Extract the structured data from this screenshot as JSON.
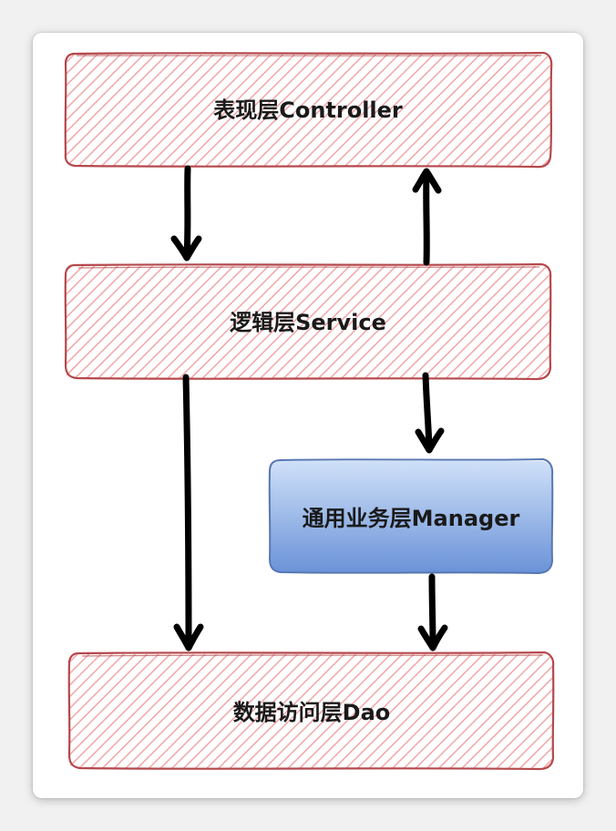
{
  "diagram": {
    "nodes": {
      "controller": {
        "label": "表现层Controller",
        "style": "hatched-red"
      },
      "service": {
        "label": "逻辑层Service",
        "style": "hatched-red"
      },
      "manager": {
        "label": "通用业务层Manager",
        "style": "gradient-blue"
      },
      "dao": {
        "label": "数据访问层Dao",
        "style": "hatched-red"
      }
    },
    "edges": [
      {
        "from": "controller",
        "to": "service"
      },
      {
        "from": "service",
        "to": "controller"
      },
      {
        "from": "service",
        "to": "dao"
      },
      {
        "from": "service",
        "to": "manager"
      },
      {
        "from": "manager",
        "to": "dao"
      }
    ],
    "colors": {
      "hatch": "#f2a6a6",
      "border_red": "#b5484c",
      "manager_fill_top": "#c9dbf6",
      "manager_fill_bottom": "#6e96d9",
      "manager_border": "#5677b3",
      "arrow": "#000000"
    }
  }
}
